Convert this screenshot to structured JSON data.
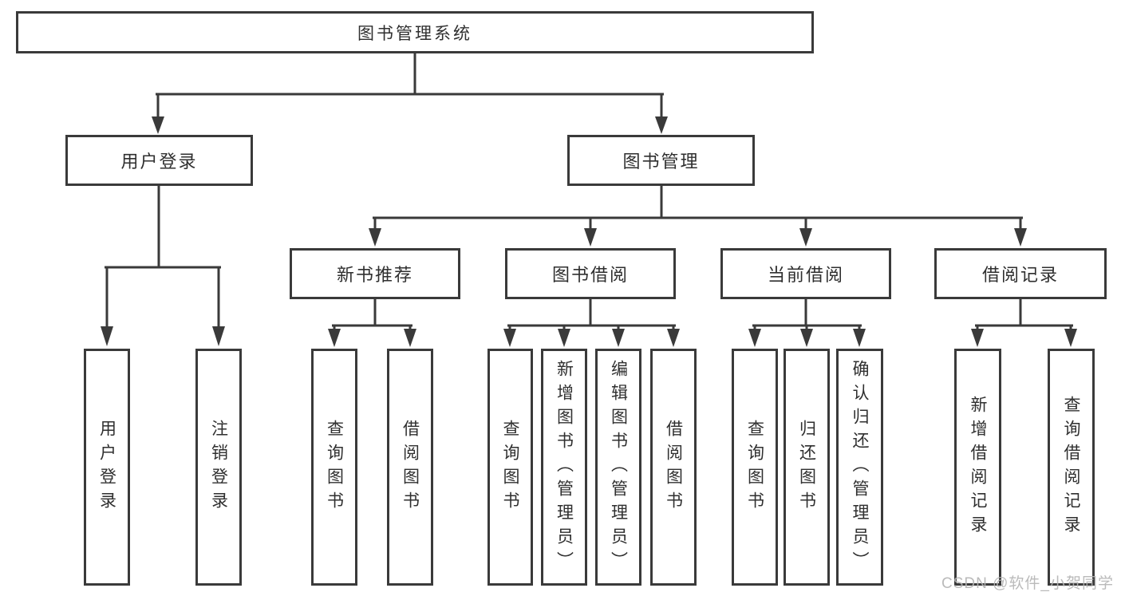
{
  "colors": {
    "line": "#3a3a3a",
    "text": "#2f2f2f",
    "background": "#ffffff",
    "watermark": "#b5b5b5"
  },
  "watermark": {
    "text": "CSDN @软件_小贺同学"
  },
  "tree": {
    "root": {
      "label": "图书管理系统"
    },
    "branches": [
      {
        "label": "用户登录",
        "children": [
          {
            "label": "用户登录"
          },
          {
            "label": "注销登录"
          }
        ]
      },
      {
        "label": "图书管理",
        "groups": [
          {
            "label": "新书推荐",
            "children": [
              {
                "label": "查询图书"
              },
              {
                "label": "借阅图书"
              }
            ]
          },
          {
            "label": "图书借阅",
            "children": [
              {
                "label": "查询图书"
              },
              {
                "label": "新增图书（管理员）"
              },
              {
                "label": "编辑图书（管理员）"
              },
              {
                "label": "借阅图书"
              }
            ]
          },
          {
            "label": "当前借阅",
            "children": [
              {
                "label": "查询图书"
              },
              {
                "label": "归还图书"
              },
              {
                "label": "确认归还（管理员）"
              }
            ]
          },
          {
            "label": "借阅记录",
            "children": [
              {
                "label": "新增借阅记录"
              },
              {
                "label": "查询借阅记录"
              }
            ]
          }
        ]
      }
    ]
  }
}
